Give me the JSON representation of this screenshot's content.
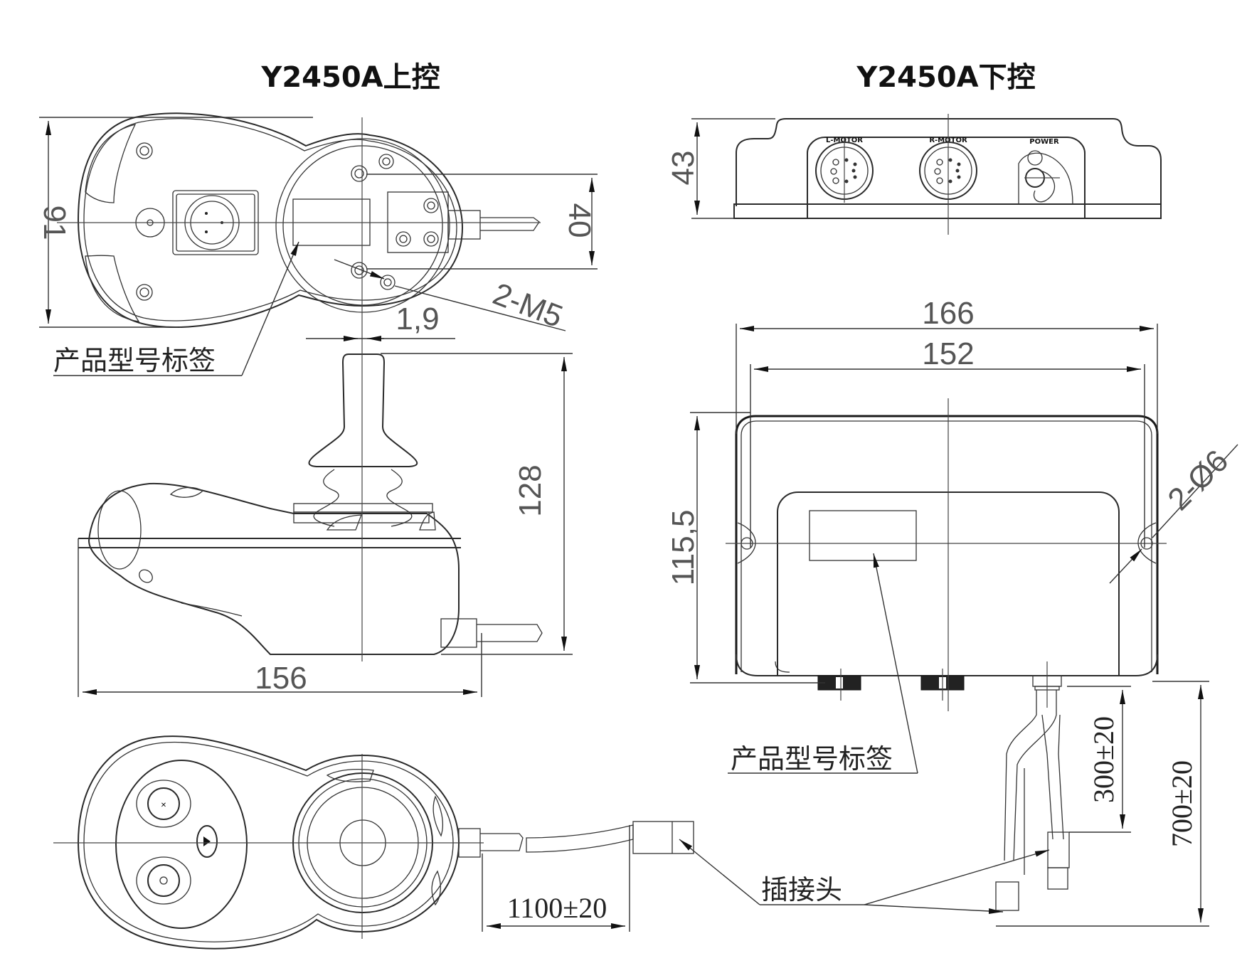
{
  "titles": {
    "upper_controller": "Y2450A上控",
    "lower_controller": "Y2450A下控"
  },
  "upper_controller": {
    "dimensions": {
      "height_top_view": "91",
      "mount_spacing": "40",
      "offset": "1,9",
      "thread_callout": "2-M5",
      "joystick_height": "128",
      "overall_length": "156",
      "cable_length": "1100±20"
    },
    "labels": {
      "product_label": "产品型号标签",
      "connector": "插接头"
    }
  },
  "lower_controller": {
    "ports": {
      "left_motor": "L-MOTOR",
      "right_motor": "R-MOTOR",
      "power": "POWER"
    },
    "dimensions": {
      "height": "43",
      "overall_width": "166",
      "hole_spacing": "152",
      "depth": "115,5",
      "hole_callout": "2-Ø6",
      "short_cable": "300±20",
      "long_cable": "700±20"
    },
    "labels": {
      "product_label": "产品型号标签"
    }
  }
}
